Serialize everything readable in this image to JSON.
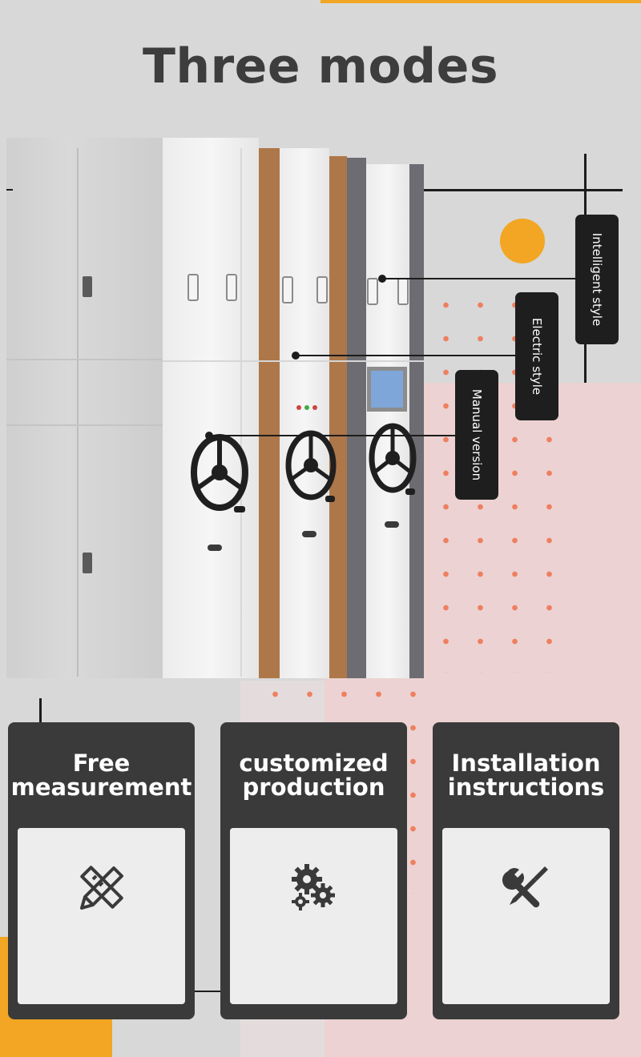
{
  "title": "Three modes",
  "callouts": [
    {
      "label": "Intelligent style"
    },
    {
      "label": "Electric style"
    },
    {
      "label": "Manual version"
    }
  ],
  "cards": [
    {
      "title_line1": "Free",
      "title_line2": "measurement",
      "icon": "ruler-pencil-icon"
    },
    {
      "title_line1": "customized",
      "title_line2": "production",
      "icon": "gears-icon"
    },
    {
      "title_line1": "Installation",
      "title_line2": "instructions",
      "icon": "wrench-screwdriver-icon"
    }
  ],
  "colors": {
    "accent_orange": "#f2a623",
    "dot_coral": "#ee7f5f",
    "card_dark": "#3a3a3a",
    "title_grey": "#3d3d3d",
    "stripe_brown": "#ae7749"
  }
}
